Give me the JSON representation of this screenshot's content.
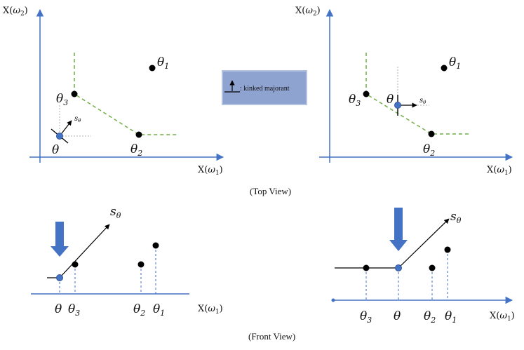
{
  "colors": {
    "axis": "#4472C4",
    "dashed": "#70AD47",
    "point": "#000000",
    "blue_point": "#4472C4",
    "arrow_fill": "#4472C4",
    "legend_bg": "#8FA3D1"
  },
  "top_left": {
    "y_axis_label": {
      "base": "X(",
      "var": "ω",
      "sub": "2",
      "close": ")"
    },
    "x_axis_label": {
      "base": "X(",
      "var": "ω",
      "sub": "1",
      "close": ")"
    },
    "theta1": {
      "base": "θ",
      "sub": "1"
    },
    "theta2": {
      "base": "θ",
      "sub": "2"
    },
    "theta3": {
      "base": "θ",
      "sub": "3"
    },
    "theta": "θ",
    "s_theta": {
      "base": "s",
      "sub": "θ"
    }
  },
  "top_right": {
    "y_axis_label": {
      "base": "X(",
      "var": "ω",
      "sub": "2",
      "close": ")"
    },
    "x_axis_label": {
      "base": "X(",
      "var": "ω",
      "sub": "1",
      "close": ")"
    },
    "theta1": {
      "base": "θ",
      "sub": "1"
    },
    "theta2": {
      "base": "θ",
      "sub": "2"
    },
    "theta3": {
      "base": "θ",
      "sub": "3"
    },
    "theta": "θ",
    "s_theta": {
      "base": "s",
      "sub": "θ"
    }
  },
  "legend": {
    "text": ": kinked majorant"
  },
  "captions": {
    "top": "(Top View)",
    "front": "(Front View)"
  },
  "bottom_left": {
    "x_axis_label": {
      "base": "X(",
      "var": "ω",
      "sub": "1",
      "close": ")"
    },
    "s_theta": {
      "base": "s",
      "sub": "θ"
    },
    "theta": "θ",
    "theta1": {
      "base": "θ",
      "sub": "1"
    },
    "theta2": {
      "base": "θ",
      "sub": "2"
    },
    "theta3": {
      "base": "θ",
      "sub": "3"
    }
  },
  "bottom_right": {
    "x_axis_label": {
      "base": "X(",
      "var": "ω",
      "sub": "1",
      "close": ")"
    },
    "s_theta": {
      "base": "s",
      "sub": "θ"
    },
    "theta": "θ",
    "theta1": {
      "base": "θ",
      "sub": "1"
    },
    "theta2": {
      "base": "θ",
      "sub": "2"
    },
    "theta3": {
      "base": "θ",
      "sub": "3"
    }
  }
}
